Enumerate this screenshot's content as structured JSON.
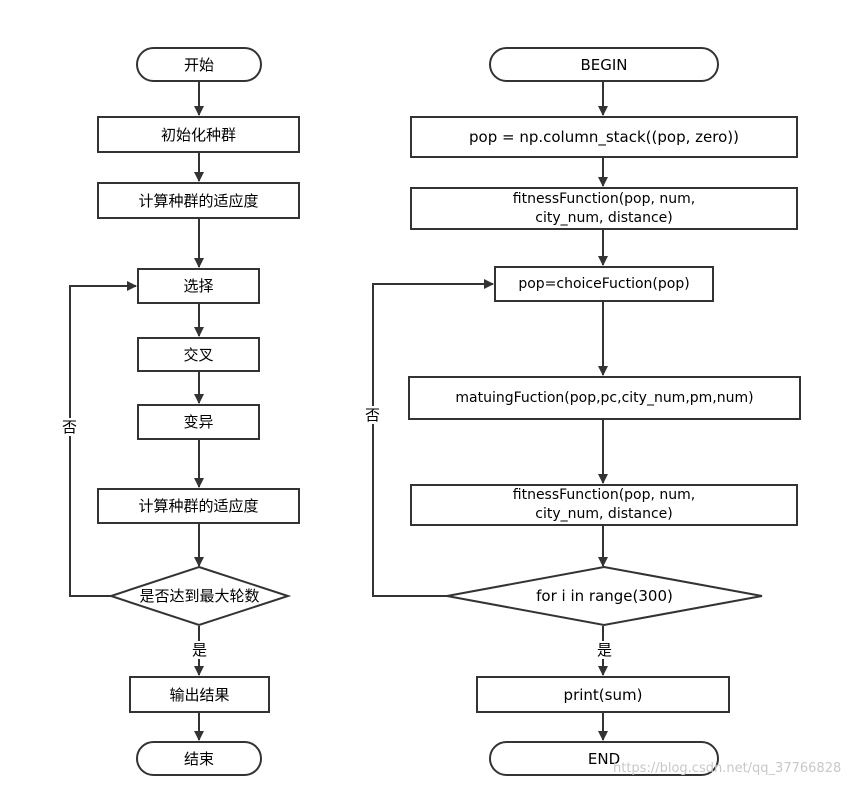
{
  "left": {
    "start": "开始",
    "init": "初始化种群",
    "fitness1": "计算种群的适应度",
    "select": "选择",
    "crossover": "交叉",
    "mutate": "变异",
    "fitness2": "计算种群的适应度",
    "decision": "是否达到最大轮数",
    "no_label": "否",
    "yes_label": "是",
    "output": "输出结果",
    "end": "结束"
  },
  "right": {
    "begin": "BEGIN",
    "stack": "pop = np.column_stack((pop, zero))",
    "fitness1": "fitnessFunction(pop, num, city_num, distance)",
    "choice": "pop=choiceFuction(pop)",
    "mutate": "matuingFuction(pop,pc,city_num,pm,num)",
    "fitness2": "fitnessFunction(pop, num, city_num, distance)",
    "decision": "for i in range(300)",
    "no_label": "否",
    "yes_label": "是",
    "print": "print(sum)",
    "end": "END"
  },
  "watermark": "https://blog.csdn.net/qq_37766828"
}
